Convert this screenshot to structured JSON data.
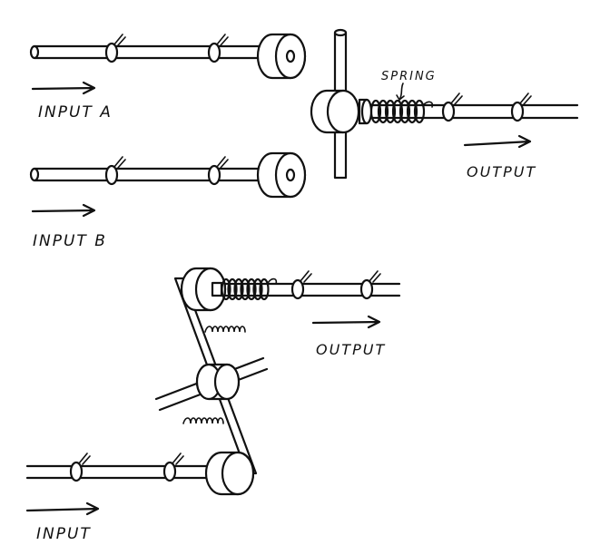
{
  "labels": {
    "input_a": "INPUT A",
    "input_b": "INPUT B",
    "output_top": "OUTPUT",
    "spring": "SPRING",
    "output_bottom": "OUTPUT",
    "input_bottom": "INPUT"
  },
  "colors": {
    "ink": "#111111",
    "paper": "#ffffff"
  }
}
